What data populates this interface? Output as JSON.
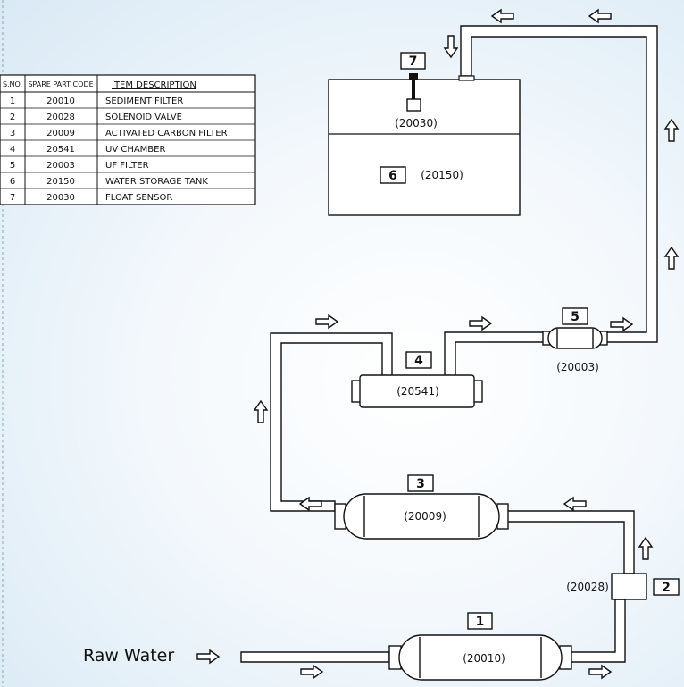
{
  "table": {
    "headers": [
      "S.NO.",
      "SPARE PART CODE",
      "ITEM DESCRIPTION"
    ],
    "rows": [
      [
        "1",
        "20010",
        "SEDIMENT FILTER"
      ],
      [
        "2",
        "20028",
        "SOLENOID VALVE"
      ],
      [
        "3",
        "20009",
        "ACTIVATED CARBON FILTER"
      ],
      [
        "4",
        "20541",
        "UV CHAMBER"
      ],
      [
        "5",
        "20003",
        "UF FILTER"
      ],
      [
        "6",
        "20150",
        "WATER STORAGE TANK"
      ],
      [
        "7",
        "20030",
        "FLOAT SENSOR"
      ]
    ]
  },
  "components": {
    "sediment_filter": {
      "num": "1",
      "code": "(20010)"
    },
    "solenoid_valve": {
      "num": "2",
      "code": "(20028)"
    },
    "carbon_filter": {
      "num": "3",
      "code": "(20009)"
    },
    "uv_chamber": {
      "num": "4",
      "code": "(20541)"
    },
    "uf_filter": {
      "num": "5",
      "code": "(20003)"
    },
    "storage_tank": {
      "num": "6",
      "code": "(20150)"
    },
    "float_sensor": {
      "num": "7",
      "code": "(20030)"
    }
  },
  "raw_water_label": "Raw Water"
}
